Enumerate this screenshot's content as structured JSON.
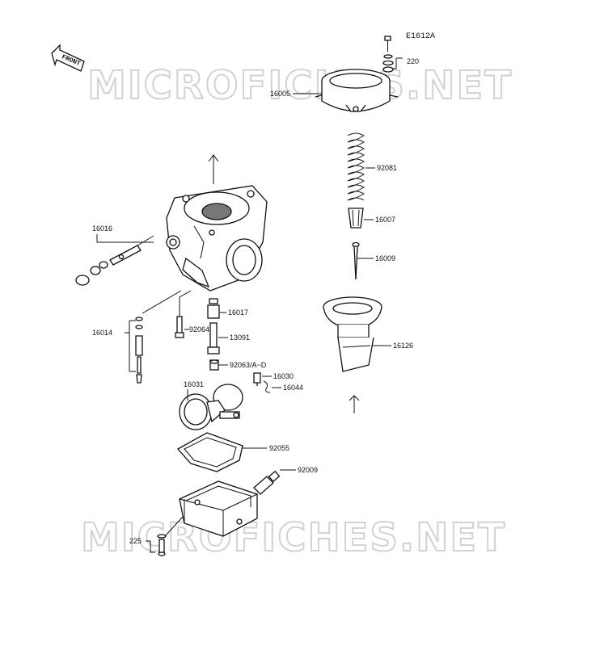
{
  "diagram_code": "E1612A",
  "front_arrow_label": "FRONT",
  "watermark_text": "MICROFICHES.NET",
  "parts": {
    "p220": "220",
    "p16005": "16005",
    "p92081": "92081",
    "p16007": "16007",
    "p16009": "16009",
    "p16126": "16126",
    "p16016": "16016",
    "p16017": "16017",
    "p92064": "92064",
    "p13091": "13091",
    "p16014": "16014",
    "p92063": "92063/A~D",
    "p16030": "16030",
    "p16044": "16044",
    "p16031": "16031",
    "p92055": "92055",
    "p92009": "92009",
    "p225": "225"
  },
  "colors": {
    "line": "#111111",
    "watermark": "#d2d2d2",
    "background": "#ffffff"
  }
}
